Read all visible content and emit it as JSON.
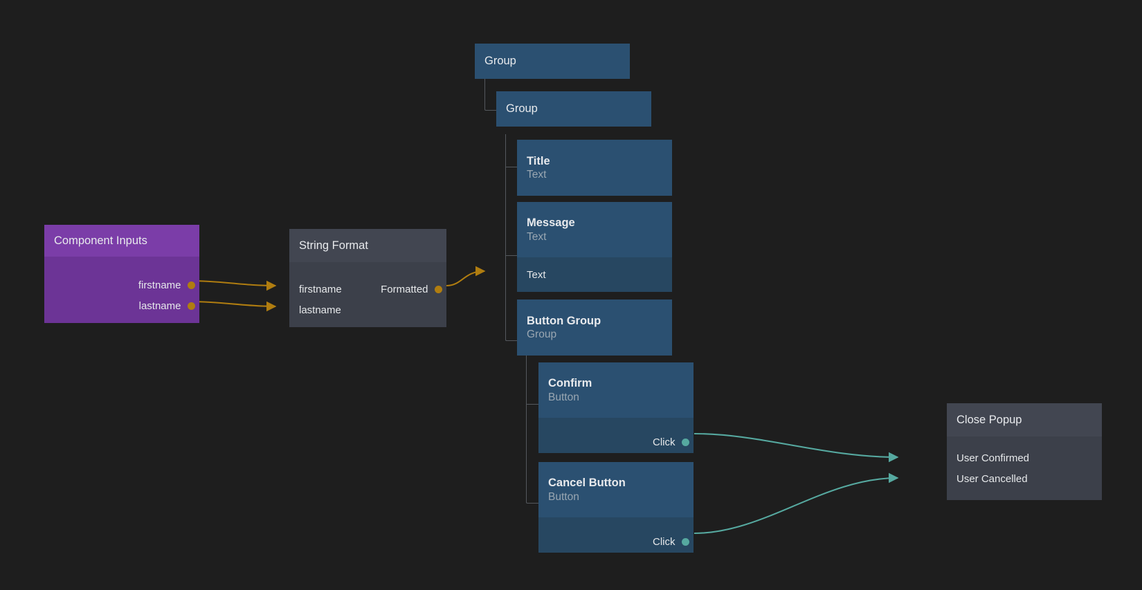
{
  "canvas": {
    "background": "#1e1e1e",
    "wire_colors": {
      "data": "#b07d10",
      "event": "#56a9a0"
    }
  },
  "nodes": [
    {
      "id": "component-inputs",
      "name": "Component Inputs",
      "title": "Component Inputs",
      "subtitle": "",
      "kind": "inputs",
      "color": "#7b3da8",
      "outputs": [
        {
          "label": "firstname",
          "dot": "orange"
        },
        {
          "label": "lastname",
          "dot": "orange"
        }
      ],
      "inputs": []
    },
    {
      "id": "string-format",
      "name": "String Format",
      "title": "String Format",
      "subtitle": "",
      "kind": "function",
      "color": "#424651",
      "inputs": [
        {
          "label": "firstname"
        },
        {
          "label": "lastname"
        }
      ],
      "outputs": [
        {
          "label": "Formatted",
          "dot": "orange"
        }
      ]
    },
    {
      "id": "group-root",
      "name": "Group",
      "title": "Group",
      "subtitle": "",
      "kind": "group",
      "color": "#2b5071",
      "inputs": [],
      "outputs": []
    },
    {
      "id": "group-child",
      "name": "Group",
      "title": "Group",
      "subtitle": "",
      "kind": "group",
      "color": "#2b5071",
      "inputs": [],
      "outputs": []
    },
    {
      "id": "title-text",
      "name": "Title",
      "title": "Title",
      "subtitle": "Text",
      "kind": "element",
      "color": "#2b5071",
      "inputs": [],
      "outputs": []
    },
    {
      "id": "message-text",
      "name": "Message",
      "title": "Message",
      "subtitle": "Text",
      "kind": "element",
      "color": "#2b5071",
      "inputs": [
        {
          "label": "Text"
        }
      ],
      "outputs": []
    },
    {
      "id": "button-group",
      "name": "Button Group",
      "title": "Button Group",
      "subtitle": "Group",
      "kind": "group",
      "color": "#2b5071",
      "inputs": [],
      "outputs": []
    },
    {
      "id": "confirm-button",
      "name": "Confirm",
      "title": "Confirm",
      "subtitle": "Button",
      "kind": "element",
      "color": "#2b5071",
      "inputs": [],
      "outputs": [
        {
          "label": "Click",
          "dot": "teal"
        }
      ]
    },
    {
      "id": "cancel-button",
      "name": "Cancel Button",
      "title": "Cancel Button",
      "subtitle": "Button",
      "kind": "element",
      "color": "#2b5071",
      "inputs": [],
      "outputs": [
        {
          "label": "Click",
          "dot": "teal"
        }
      ]
    },
    {
      "id": "close-popup",
      "name": "Close Popup",
      "title": "Close Popup",
      "subtitle": "",
      "kind": "action",
      "color": "#424651",
      "inputs": [
        {
          "label": "User Confirmed"
        },
        {
          "label": "User Cancelled"
        }
      ],
      "outputs": []
    }
  ],
  "connections": [
    {
      "from": "component-inputs.firstname",
      "to": "string-format.firstname",
      "type": "data"
    },
    {
      "from": "component-inputs.lastname",
      "to": "string-format.lastname",
      "type": "data"
    },
    {
      "from": "string-format.Formatted",
      "to": "message-text.Text",
      "type": "data"
    },
    {
      "from": "confirm-button.Click",
      "to": "close-popup.User Confirmed",
      "type": "event"
    },
    {
      "from": "cancel-button.Click",
      "to": "close-popup.User Cancelled",
      "type": "event"
    }
  ]
}
